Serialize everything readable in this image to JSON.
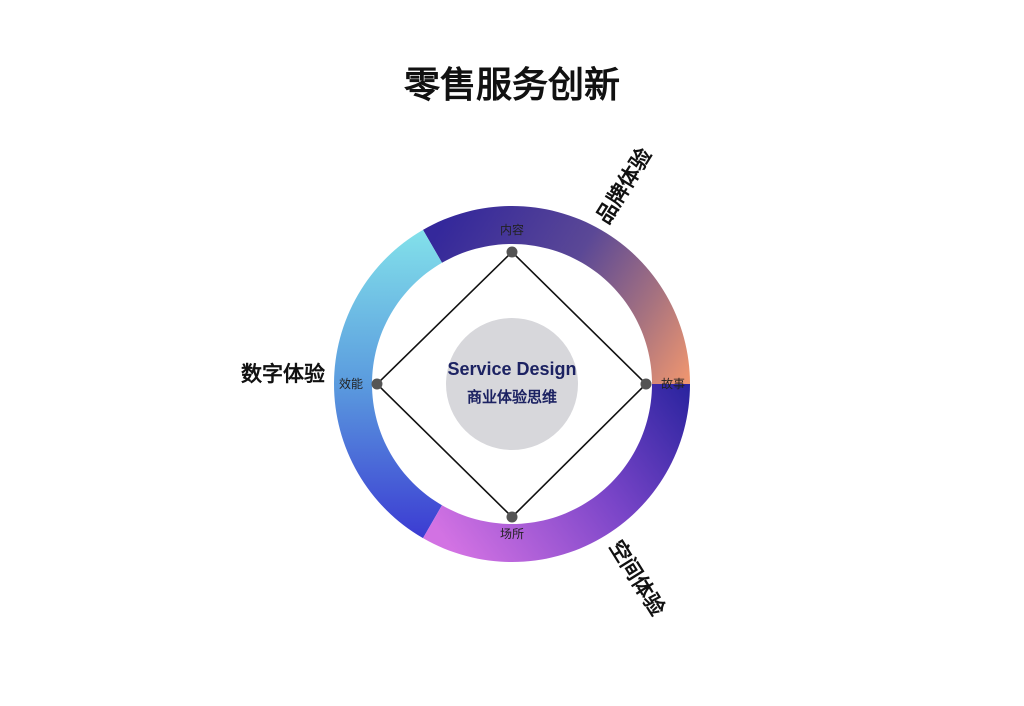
{
  "title": "零售服务创新",
  "center": {
    "title": "Service Design",
    "subtitle": "商业体验思维"
  },
  "nodes": {
    "top": "内容",
    "right": "故事",
    "bottom": "场所",
    "left": "效能"
  },
  "segments": {
    "brand": {
      "label": "品牌体验",
      "gradient": [
        "#34289b",
        "#5b4896",
        "#a8737f",
        "#f2976f"
      ]
    },
    "space": {
      "label": "空间体验",
      "gradient": [
        "#2b249f",
        "#7a45c8",
        "#d272e3"
      ]
    },
    "digital": {
      "label": "数字体验",
      "gradient": [
        "#82e0ea",
        "#5a9ade",
        "#3b3ad2"
      ]
    }
  },
  "colors": {
    "center_fill": "#d7d7db",
    "center_text": "#1c2262",
    "node_dot": "#555555",
    "diamond_stroke": "#111111"
  }
}
